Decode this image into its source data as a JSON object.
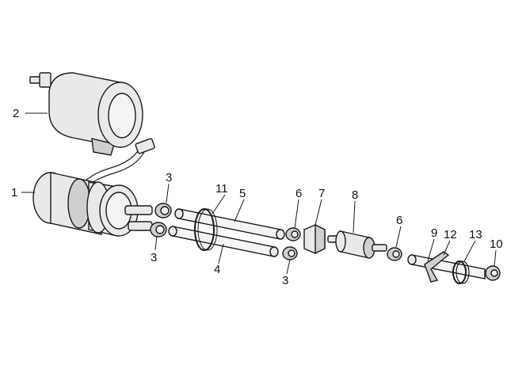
{
  "callouts": {
    "c1": "1",
    "c2": "2",
    "c3a": "3",
    "c3b": "3",
    "c3c": "3",
    "c4": "4",
    "c5": "5",
    "c6a": "6",
    "c6b": "6",
    "c7": "7",
    "c8": "8",
    "c9": "9",
    "c10": "10",
    "c11": "11",
    "c12": "12",
    "c13": "13"
  }
}
